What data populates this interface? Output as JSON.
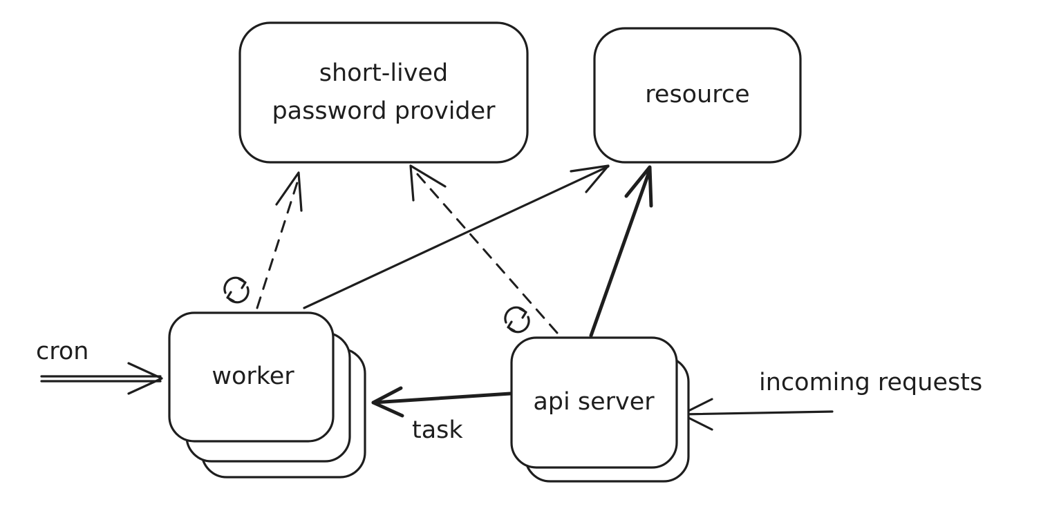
{
  "nodes": {
    "password_provider": {
      "line1": "short-lived",
      "line2": "password provider"
    },
    "resource": {
      "label": "resource"
    },
    "worker": {
      "label": "worker"
    },
    "api_server": {
      "label": "api server"
    }
  },
  "edges": {
    "cron": {
      "label": "cron"
    },
    "incoming": {
      "label": "incoming requests"
    },
    "task": {
      "label": "task"
    }
  },
  "colors": {
    "stroke": "#1e1e1e",
    "background": "#ffffff"
  },
  "icons": [
    "refresh-icon",
    "refresh-icon"
  ]
}
